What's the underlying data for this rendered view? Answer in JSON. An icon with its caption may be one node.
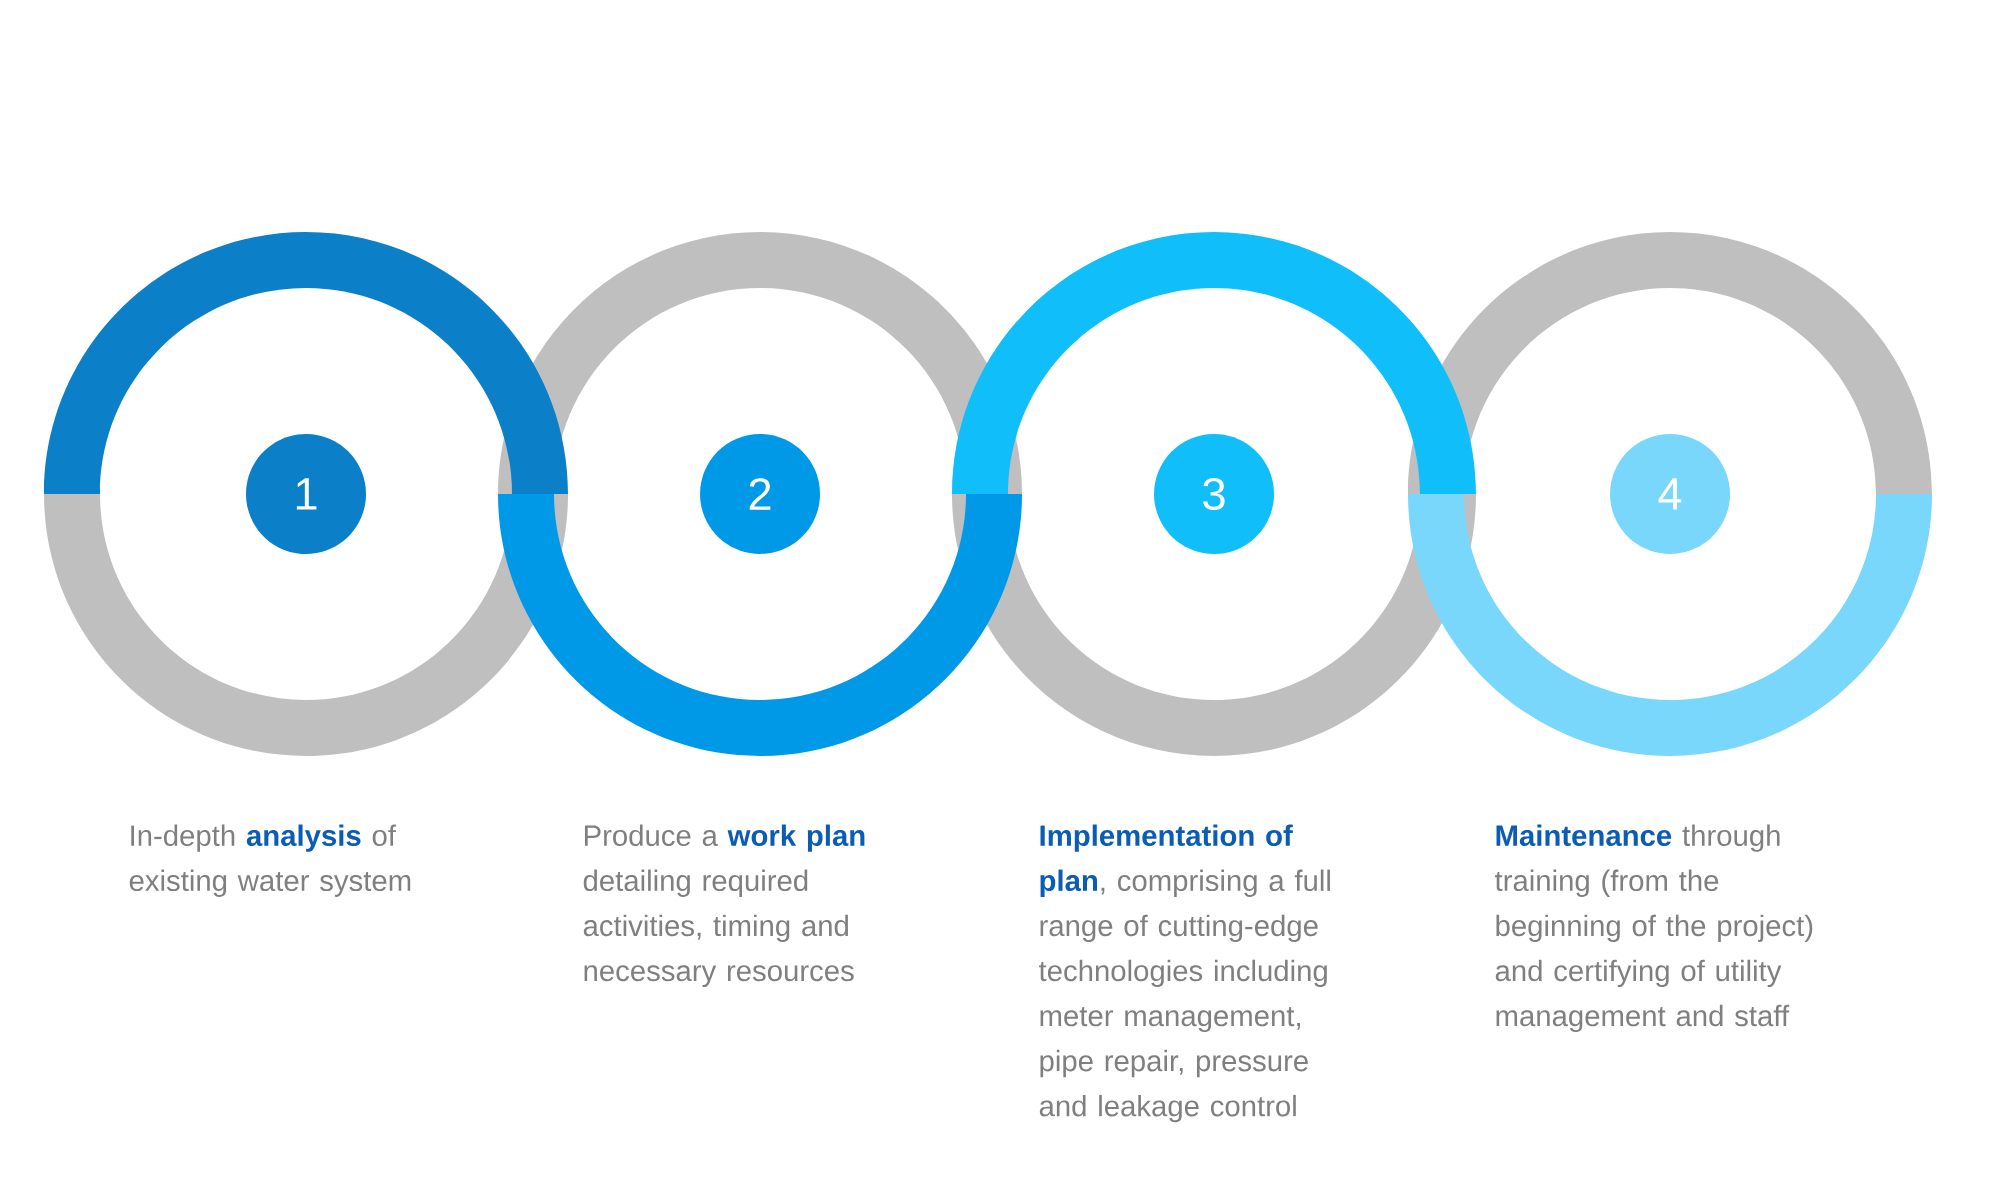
{
  "diagram": {
    "nodes": [
      {
        "text": [
          "1"
        ]
      },
      {
        "text": [
          "2"
        ]
      },
      {
        "text": [
          "3"
        ]
      },
      {
        "text": [
          "4"
        ]
      }
    ],
    "labels": [
      "In-depth **analysis** of existing water system",
      "Produce a **work plan** detailing required activities, timing and necessary resources",
      "**Implementation of plan**, comprising a full range of cutting-edge technologies including meter management, pipe repair, pressure and leakage control",
      "**Maintenance** through training (from the beginning of the project) and certifying of utility management and staff"
    ]
  }
}
